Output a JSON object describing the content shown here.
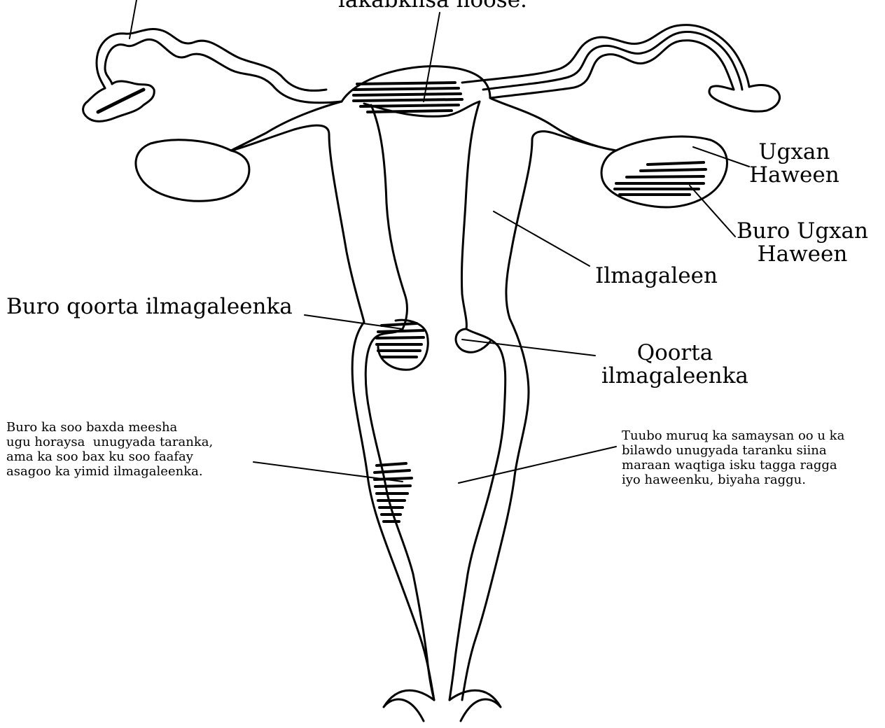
{
  "labels": {
    "top_clipped": "lakabkhsa hoose.",
    "ovary": "Ugxan\nHaween",
    "ovarian_cyst": "Buro Ugxan\nHaween",
    "uterus": "Ilmagaleen",
    "cervix_polyp": "Buro qoorta ilmagaleenka",
    "cervix": "Qoorta\nilmagaleenka",
    "vaginal_tumor": "Buro ka soo baxda meesha\nugu horaysa  unugyada taranka,\nama ka soo bax ku soo faafay\nasagoo ka yimid ilmagaleenka.",
    "vagina_note": "Tuubo muruq ka samaysan oo u ka\nbilawdo unugyada taranku siina\nmaraan waqtiga isku tagga ragga\niyo haweenku, biyaha raggu."
  },
  "colors": {
    "stroke": "#000000",
    "background": "#ffffff"
  }
}
